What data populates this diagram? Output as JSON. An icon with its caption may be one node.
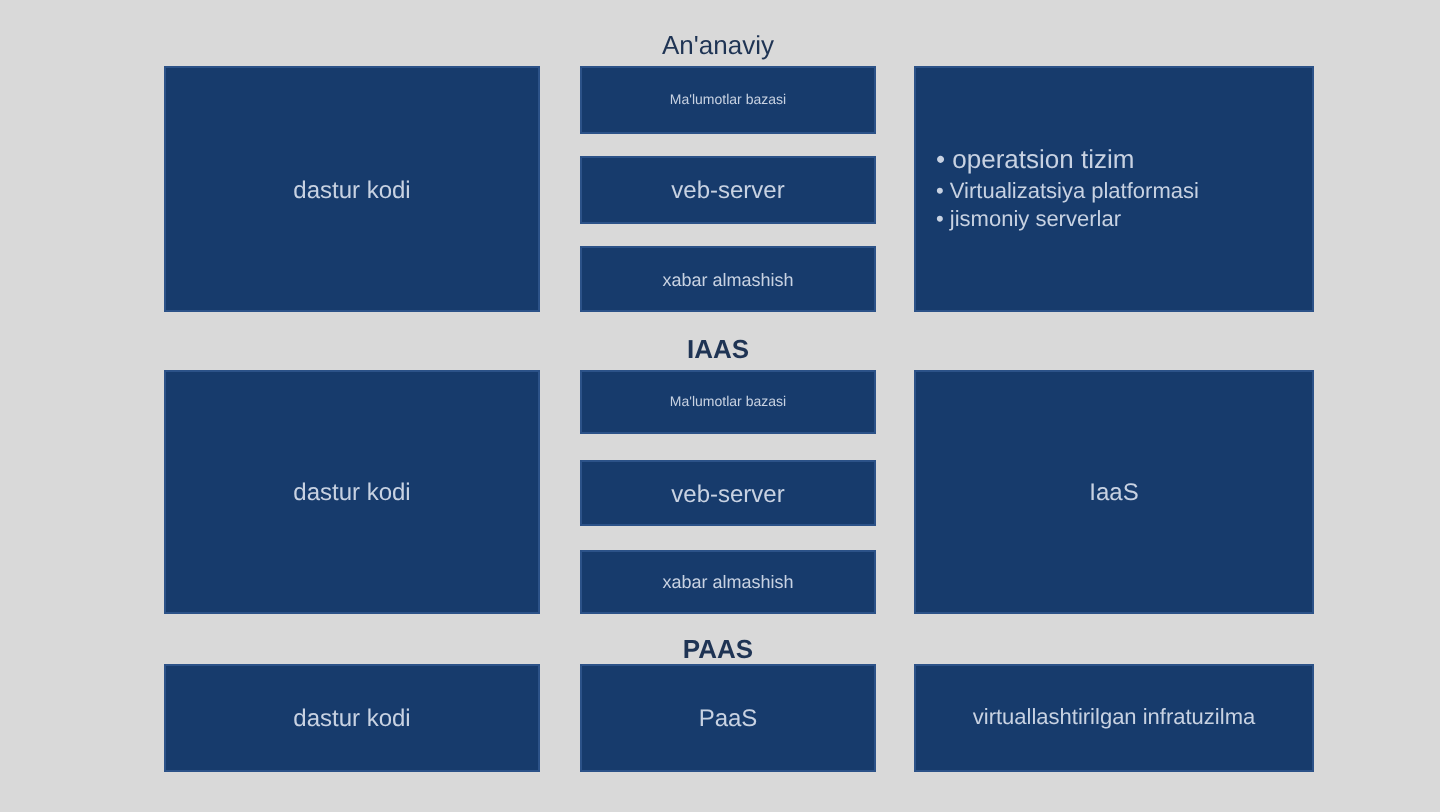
{
  "diagram": {
    "nodes": [
      {
        "text": [
          "dastur kodi"
        ]
      },
      {
        "text": [
          "Ma'lumotlar bazasi"
        ]
      },
      {
        "text": [
          "veb-server"
        ]
      },
      {
        "text": [
          "xabar almashish"
        ]
      },
      {
        "text": [
          "• operatsion tizim",
          "• Virtualizatsiya platformasi",
          "• jismoniy serverlar"
        ]
      },
      {
        "text": [
          "dastur kodi"
        ]
      },
      {
        "text": [
          "Ma'lumotlar bazasi"
        ]
      },
      {
        "text": [
          "veb-server"
        ]
      },
      {
        "text": [
          "xabar almashish"
        ]
      },
      {
        "text": [
          "IaaS"
        ]
      },
      {
        "text": [
          "dastur kodi"
        ]
      },
      {
        "text": [
          "PaaS"
        ]
      },
      {
        "text": [
          "virtuallashtirilgan infratuzilma"
        ]
      }
    ],
    "labels": [
      "An'anaviy",
      "IAAS",
      "PAAS"
    ]
  }
}
